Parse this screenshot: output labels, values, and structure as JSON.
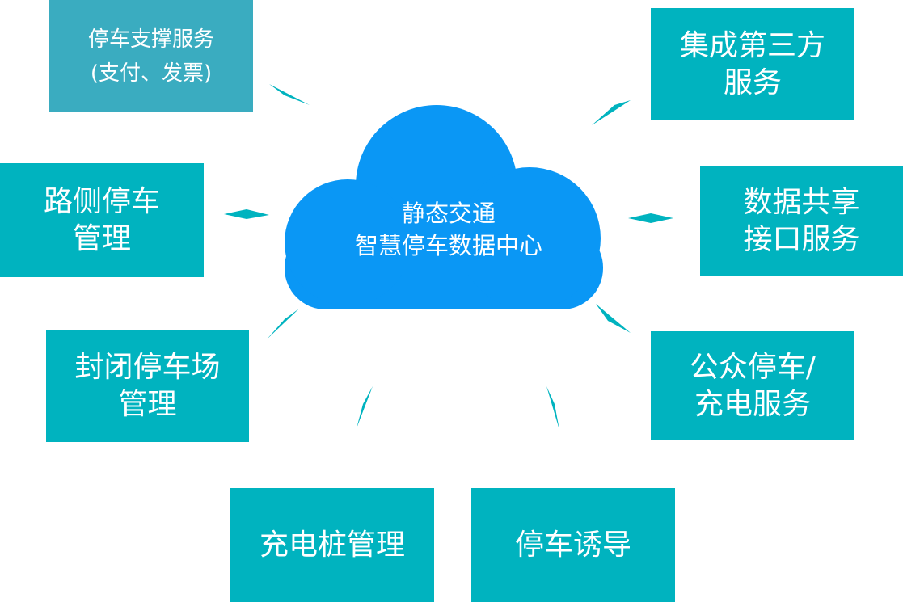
{
  "center": {
    "line1": "静态交通",
    "line2": "智慧停车数据中心",
    "color": "#0a97f5"
  },
  "nodes": {
    "parking_support": {
      "line1": "停车支撑服务",
      "line2": "(支付、发票)"
    },
    "third_party": {
      "line1": "集成第三方",
      "line2": "服务"
    },
    "roadside": {
      "line1": "路侧停车",
      "line2": "管理"
    },
    "data_sharing": {
      "line1": "数据共享",
      "line2": "接口服务"
    },
    "closed_lot": {
      "line1": "封闭停车场",
      "line2": "管理"
    },
    "public_parking": {
      "line1": "公众停车/",
      "line2": "充电服务"
    },
    "charging_pile": {
      "line1": "充电桩管理"
    },
    "parking_guide": {
      "line1": "停车诱导"
    }
  },
  "colors": {
    "box": "#00b3bf",
    "box_dim": "#3aacc0",
    "arrow": "#00b3bf"
  }
}
